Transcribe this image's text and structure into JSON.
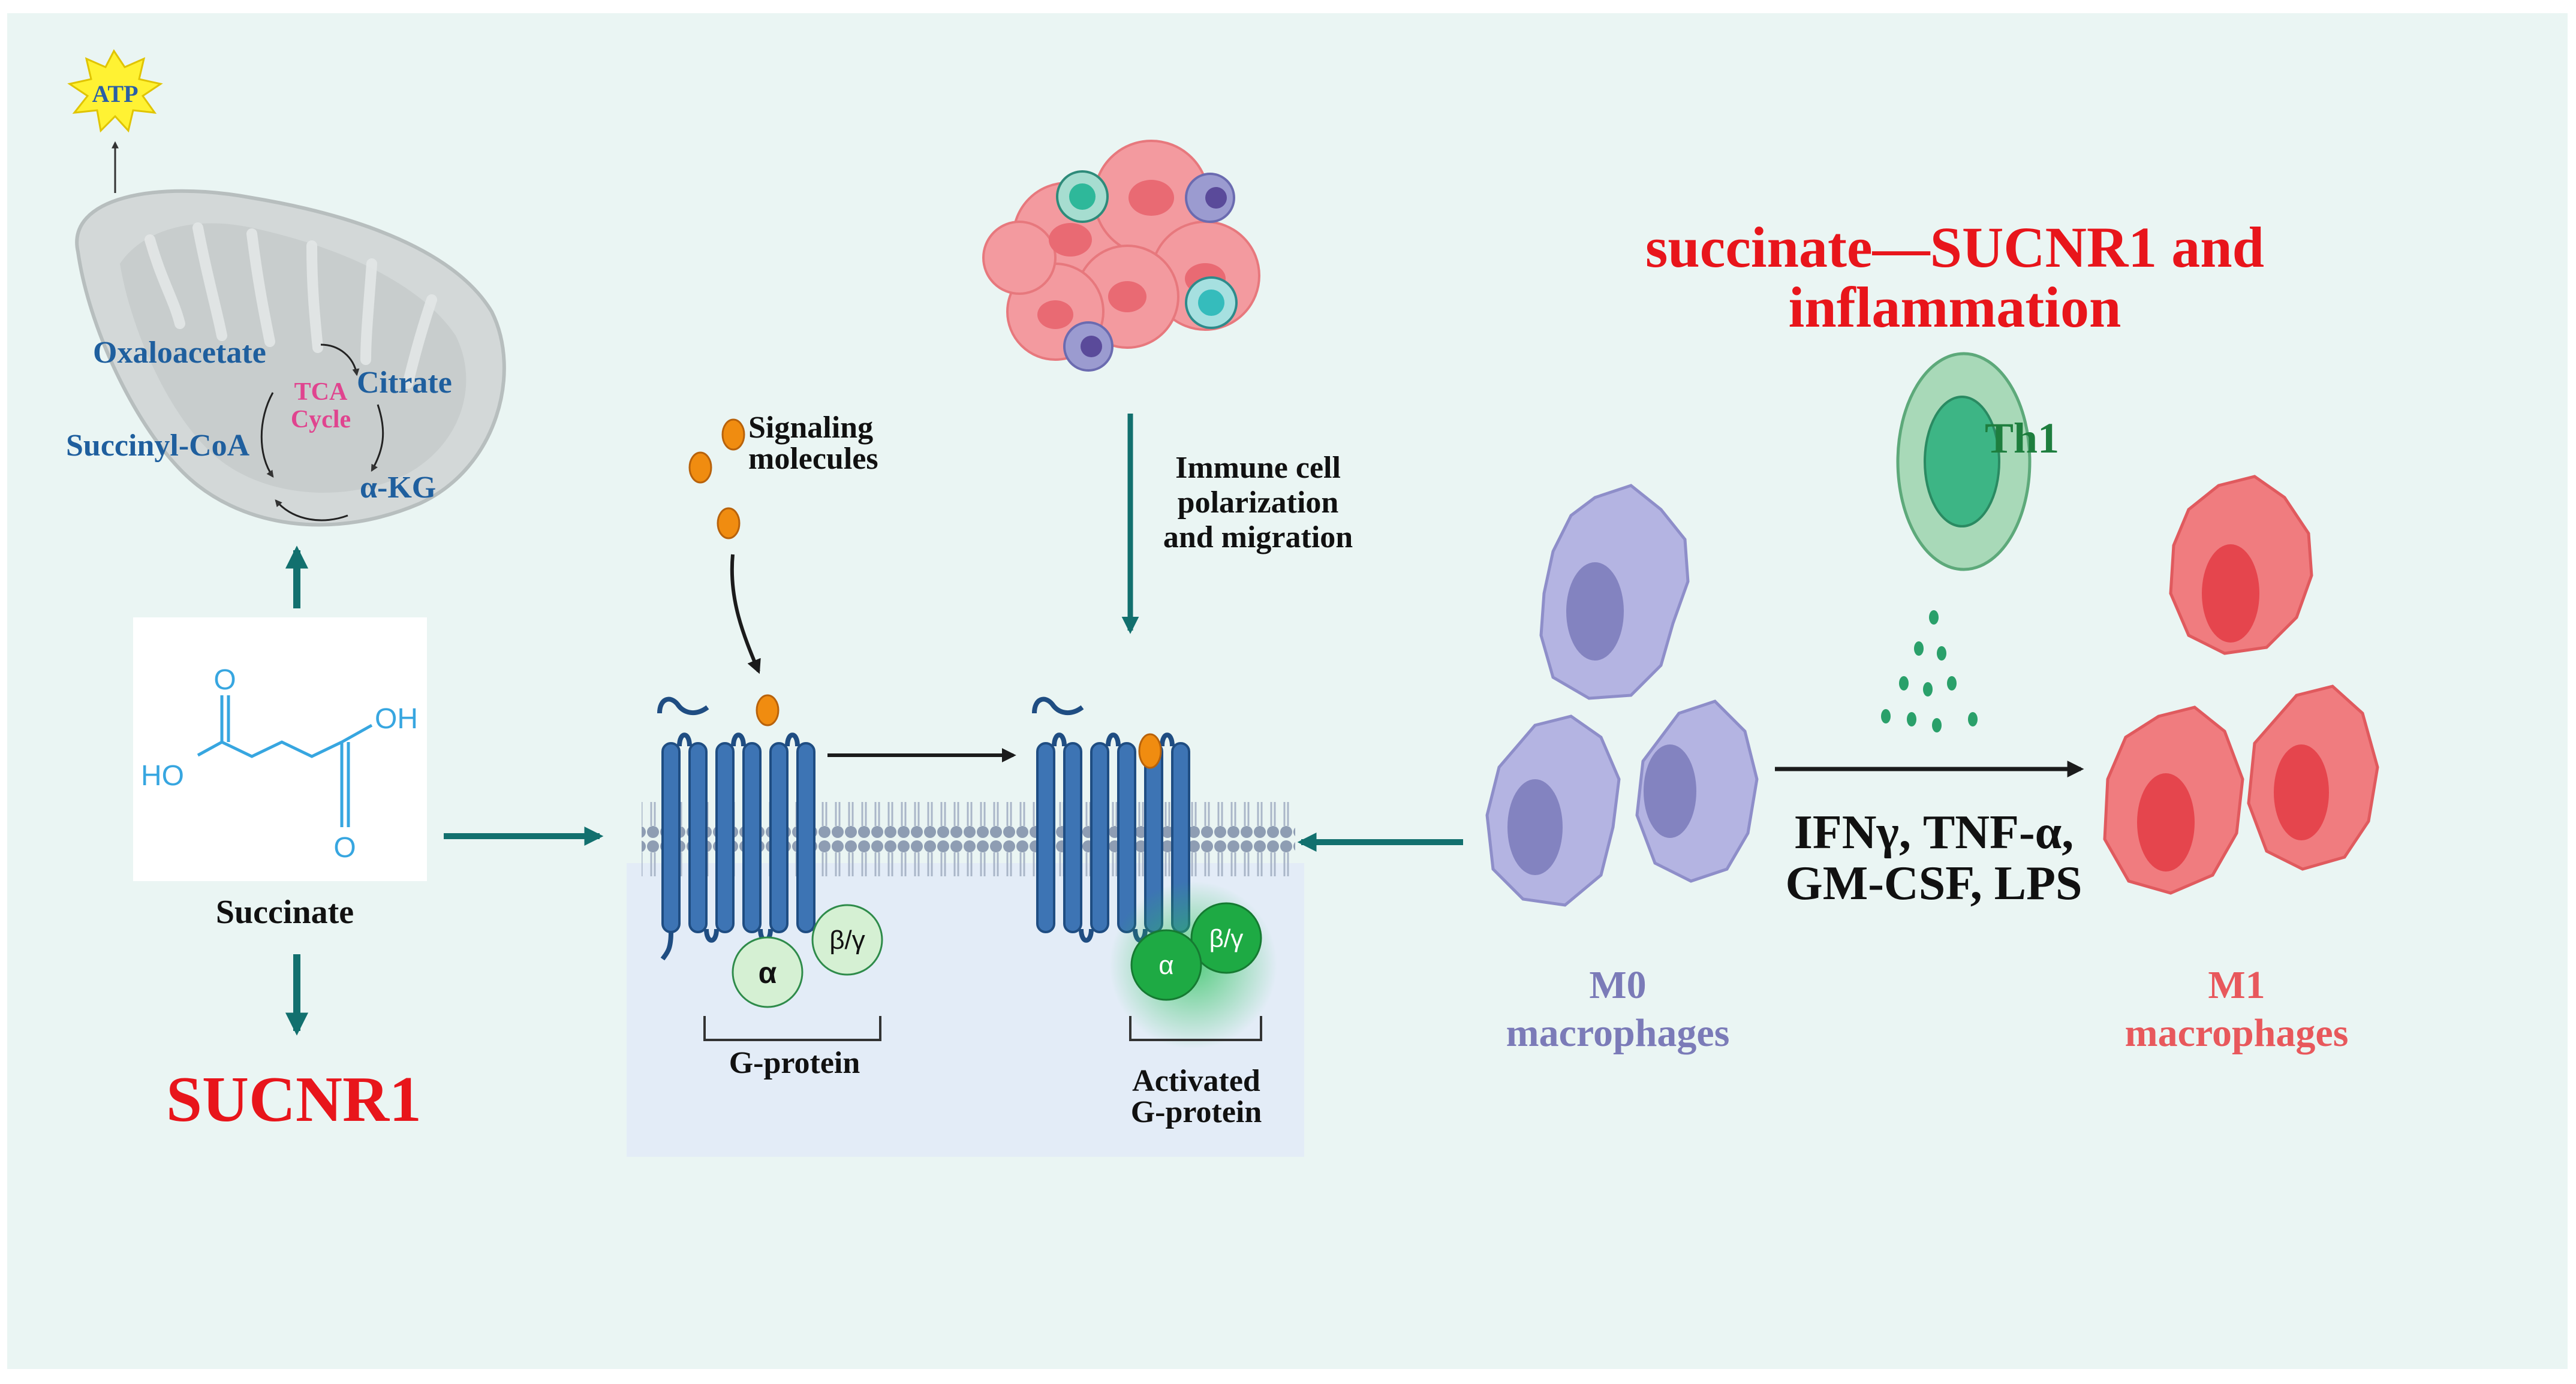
{
  "title": {
    "line1": "succinate—SUCNR1 and",
    "line2": "inflammation"
  },
  "mitochondrion": {
    "atp": "ATP",
    "tca_label": [
      "TCA",
      "Cycle"
    ],
    "metabolites": {
      "oxaloacetate": "Oxaloacetate",
      "citrate": "Citrate",
      "succinyl_coa": "Succinyl-CoA",
      "akg": "α-KG"
    }
  },
  "succinate": {
    "label": "Succinate",
    "atoms": {
      "o_top": "O",
      "oh_right": "OH",
      "ho_left": "HO",
      "o_bottom": "O"
    }
  },
  "sucnr1": "SUCNR1",
  "signaling": {
    "line1": "Signaling",
    "line2": "molecules"
  },
  "immune": {
    "line1": "Immune cell",
    "line2": "polarization",
    "line3": "and migration"
  },
  "gprotein": {
    "alpha": "α",
    "beta_gamma": "β/γ",
    "label": "G-protein"
  },
  "activated": {
    "alpha": "α",
    "beta_gamma": "β/γ",
    "line1": "Activated",
    "line2": "G-protein"
  },
  "th1": "Th1",
  "cytokines": {
    "line1": "IFNγ, TNF-α,",
    "line2": "GM-CSF, LPS"
  },
  "m0": {
    "line1": "M0",
    "line2": "macrophages"
  },
  "m1": {
    "line1": "M1",
    "line2": "macrophages"
  },
  "colors": {
    "background": "#eaf5f3",
    "teal_arrow": "#12706e",
    "red_title": "#e8151b",
    "metabolite_blue": "#1f5f9e",
    "tca_pink": "#e0448f",
    "receptor_blue": "#3d74b4",
    "m0_purple": "#8383c0",
    "m1_red": "#e8585c",
    "th1_green": "#1e7e3e"
  }
}
